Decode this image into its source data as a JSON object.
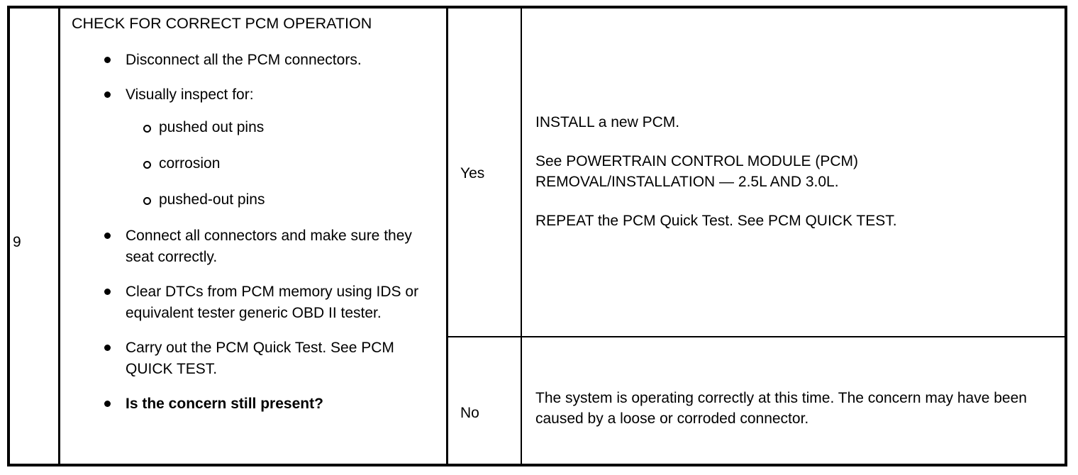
{
  "table": {
    "step_number": "9",
    "action": {
      "title": "CHECK FOR CORRECT PCM OPERATION",
      "bullets": [
        {
          "text": "Disconnect all the PCM connectors.",
          "bold": false
        },
        {
          "text": "Visually inspect for:",
          "bold": false,
          "sub_bullets": [
            "pushed out pins",
            "corrosion",
            "pushed-out pins"
          ]
        },
        {
          "text": "Connect all connectors and make sure they seat correctly.",
          "bold": false
        },
        {
          "text": "Clear DTCs from PCM memory using IDS or equivalent tester generic OBD II tester.",
          "bold": false
        },
        {
          "text": "Carry out the PCM Quick Test. See PCM QUICK TEST.",
          "bold": false
        },
        {
          "text": "Is the concern still present?",
          "bold": true
        }
      ]
    },
    "rows": [
      {
        "answer": "Yes",
        "result_paragraphs": [
          {
            "lines": [
              "INSTALL a new PCM."
            ]
          },
          {
            "lines": [
              "See POWERTRAIN CONTROL MODULE (PCM)",
              "REMOVAL/INSTALLATION — 2.5L AND 3.0L."
            ]
          },
          {
            "lines": [
              "REPEAT the PCM Quick Test. See PCM QUICK TEST."
            ]
          }
        ]
      },
      {
        "answer": "No",
        "result_paragraphs": [
          {
            "lines": [
              "The system is operating correctly at this time. The concern may have been caused by a loose or corroded connector."
            ]
          }
        ]
      }
    ]
  }
}
